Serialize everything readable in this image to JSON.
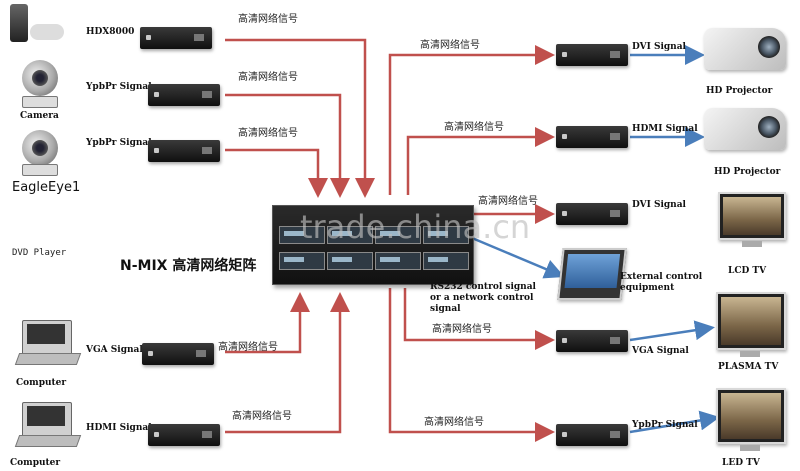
{
  "title": "N-MIX 高清网络矩阵",
  "watermark": "trade.china.cn",
  "network_signal": "高清网络信号",
  "left_sources": {
    "hdx": {
      "signal": "HDX8000"
    },
    "camera": {
      "signal": "YpbPr Signal",
      "name": "Camera"
    },
    "eagle": {
      "signal": "YpbPr Signal",
      "name": "EagleEye1"
    },
    "dvd": {
      "name": "DVD Player"
    },
    "computer1": {
      "signal": "VGA Signal",
      "name": "Computer"
    },
    "computer2": {
      "signal": "HDMI Signal",
      "name": "Computer"
    }
  },
  "right_outputs": {
    "proj1": {
      "signal": "DVI Signal",
      "name": "HD Projector"
    },
    "proj2": {
      "signal": "HDMI Signal",
      "name": "HD Projector"
    },
    "lcd": {
      "signal": "DVI Signal",
      "name": "LCD TV"
    },
    "plasma": {
      "signal": "VGA Signal",
      "name": "PLASMA TV"
    },
    "led": {
      "signal": "YpbPr Signal",
      "name": "LED TV"
    }
  },
  "control": {
    "rs232_line1": "RS232 control signal",
    "rs232_line2": "or a network control",
    "rs232_line3": "signal",
    "ext_line1": "External control",
    "ext_line2": "equipment"
  },
  "colors": {
    "network_arrow": "#c0504d",
    "signal_arrow": "#4a7ebb"
  }
}
